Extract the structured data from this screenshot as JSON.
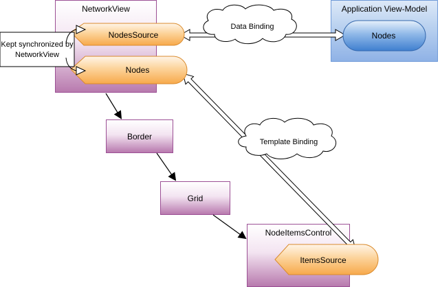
{
  "diagram": {
    "network_view": {
      "title": "NetworkView"
    },
    "nodes_source_pill": {
      "label": "NodesSource"
    },
    "nodes_pill": {
      "label": "Nodes"
    },
    "sync_note": {
      "line1": "Kept synchronized by",
      "line2": "NetworkView"
    },
    "app_view_model": {
      "title": "Application View-Model"
    },
    "vm_nodes_pill": {
      "label": "Nodes"
    },
    "data_binding_cloud": {
      "label": "Data Binding"
    },
    "template_binding_cloud": {
      "label": "Template Binding"
    },
    "border_box": {
      "label": "Border"
    },
    "grid_box": {
      "label": "Grid"
    },
    "node_items_control": {
      "title": "NodeItemsControl"
    },
    "items_source_pill": {
      "label": "ItemsSource"
    }
  },
  "colors": {
    "purple_border": "#9b4f94",
    "orange_pill": "#f7a94b",
    "blue_pill": "#3f7fd0",
    "blue_box": "#8fb2e6",
    "line": "#000000"
  }
}
